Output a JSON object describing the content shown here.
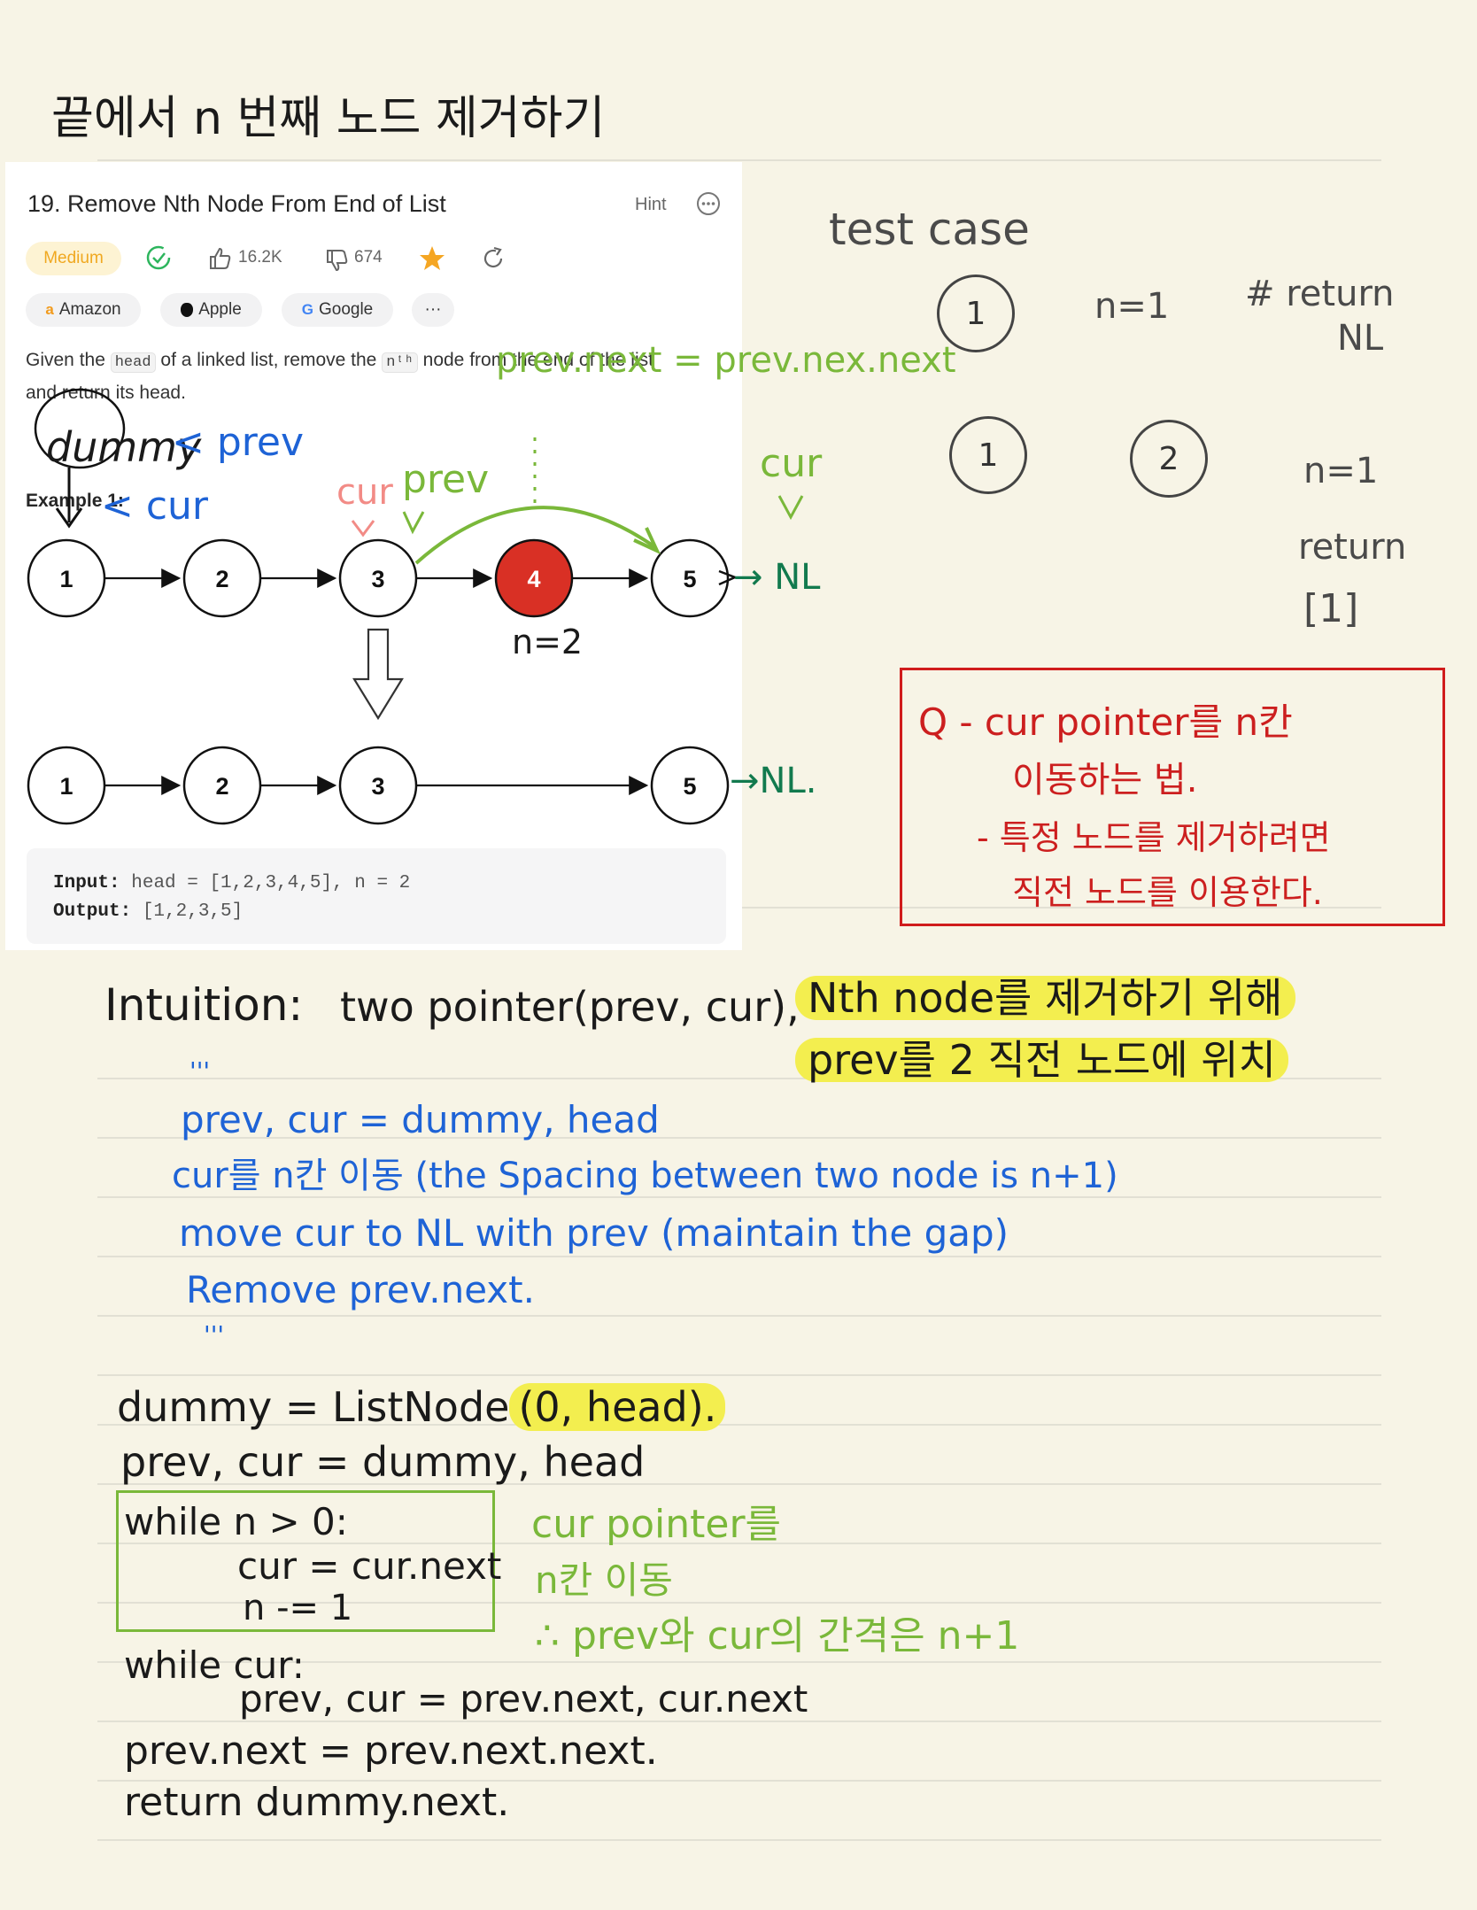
{
  "title": "끝에서 n 번째 노드 제거하기",
  "problem": {
    "name": "19. Remove Nth Node From End of List",
    "hint": "Hint",
    "difficulty": "Medium",
    "likes": "16.2K",
    "dislikes": "674",
    "companies": [
      "Amazon",
      "Apple",
      "Google"
    ],
    "more": "···",
    "desc_given": "Given the",
    "desc_head": "head",
    "desc_mid": "of a linked list, remove the",
    "desc_nth": "nᵗʰ",
    "desc_end": "node from the end of the list",
    "desc_line2": "and return its head.",
    "example_title": "Example 1:",
    "list_before": [
      "1",
      "2",
      "3",
      "4",
      "5"
    ],
    "list_after": [
      "1",
      "2",
      "3",
      "5"
    ],
    "input_label": "Input:",
    "input_value": "head = [1,2,3,4,5], n = 2",
    "output_label": "Output:",
    "output_value": "[1,2,3,5]"
  },
  "diagram_notes": {
    "dummy": "dummy",
    "lt_prev": "< prev",
    "lt_cur": "< cur",
    "cur": "cur",
    "prev": "prev",
    "prev_next_assign": "prev.next = prev.nex.next",
    "n_eq_2": "n=2",
    "nl1": "→ NL",
    "nl2": "→NL.",
    "cur_top": "cur",
    "cur_v": "v"
  },
  "test_case": {
    "label": "test case",
    "case1_node": "1",
    "case1_n": "n=1",
    "case1_return": "# return",
    "case1_result": "NL",
    "case2_nodes": [
      "1",
      "2"
    ],
    "case2_n": "n=1",
    "case2_return": "return",
    "case2_result": "[1]"
  },
  "question": {
    "line1": "Q - cur pointer를 n칸",
    "line2": "이동하는 법.",
    "line3": "- 특정 노드를 제거하려면",
    "line4": "직전 노드를 이용한다."
  },
  "intuition": {
    "label": "Intuition:",
    "summary": "two pointer(prev, cur),",
    "highlight1": "Nth node를 제거하기 위해",
    "highlight2": "prev를 2 직전 노드에 위치",
    "quote_open": "'''",
    "steps": [
      "prev, cur = dummy, head",
      "cur를 n칸 이동 (the Spacing between two node is n+1)",
      "move cur to NL with prev (maintain the gap)",
      "Remove prev.next."
    ],
    "quote_close": "'''"
  },
  "code": {
    "line1": "dummy = ListNode",
    "line1_hl": "(0, head).",
    "line2": "prev, cur = dummy, head",
    "line3": "while n > 0:",
    "line4": "cur = cur.next",
    "line5": "n -= 1",
    "line6": "while cur:",
    "line7": "prev, cur = prev.next, cur.next",
    "line8": "prev.next = prev.next.next.",
    "line9": "return dummy.next."
  },
  "code_note": {
    "line1": "cur pointer를",
    "line2": "n칸 이동",
    "line3": "∴ prev와 cur의 간격은 n+1"
  },
  "colors": {
    "paper": "#f7f4e6",
    "ink": "#1a1a1a",
    "blue": "#1e63d6",
    "green": "#7ab83a",
    "red": "#cc1f1f",
    "highlight": "#f3ee4f",
    "removed_node": "#d93025"
  }
}
